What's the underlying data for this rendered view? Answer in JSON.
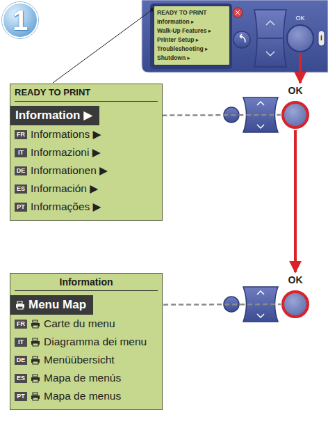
{
  "diagram": {
    "nodes": [
      {
        "text": [
          "1"
        ]
      },
      {
        "text": [
          "READY TO PRINT",
          "Information ▸",
          "Walk-Up Features ▸",
          "Printer Setup ▸",
          "Troubleshooting ▸",
          "Shutdown ▸"
        ]
      },
      {
        "text": [
          "OK"
        ]
      },
      {
        "text": [
          "READY TO PRINT",
          "FR",
          "Informations ▶",
          "IT",
          "Informazioni ▶",
          "DE",
          "Informationen ▶",
          "ES",
          "Información ▶",
          "PT",
          "Informações ▶"
        ]
      },
      {
        "text": [
          "Information ▶"
        ],
        "in": 3
      },
      {
        "text": [
          "OK"
        ]
      },
      {
        "text": [
          "Information",
          "FR",
          "Carte du menu",
          "IT",
          "Diagramma dei menu",
          "DE",
          "Menüübersicht",
          "ES",
          "Mapa de menús",
          "PT",
          "Mapa de menus"
        ]
      },
      {
        "text": [
          "Menu Map"
        ],
        "in": 6
      },
      {
        "text": [
          "OK"
        ]
      }
    ],
    "edges": [
      {
        "from": 1,
        "to": 3,
        "arrow": "none"
      },
      {
        "from": 2,
        "to": 5,
        "arrow": "to"
      },
      {
        "from": 5,
        "to": 8,
        "arrow": "to"
      },
      {
        "from": 4,
        "to": 5,
        "arrow": "none"
      },
      {
        "from": 7,
        "to": 8,
        "arrow": "none"
      }
    ],
    "labels": [
      "i"
    ]
  }
}
